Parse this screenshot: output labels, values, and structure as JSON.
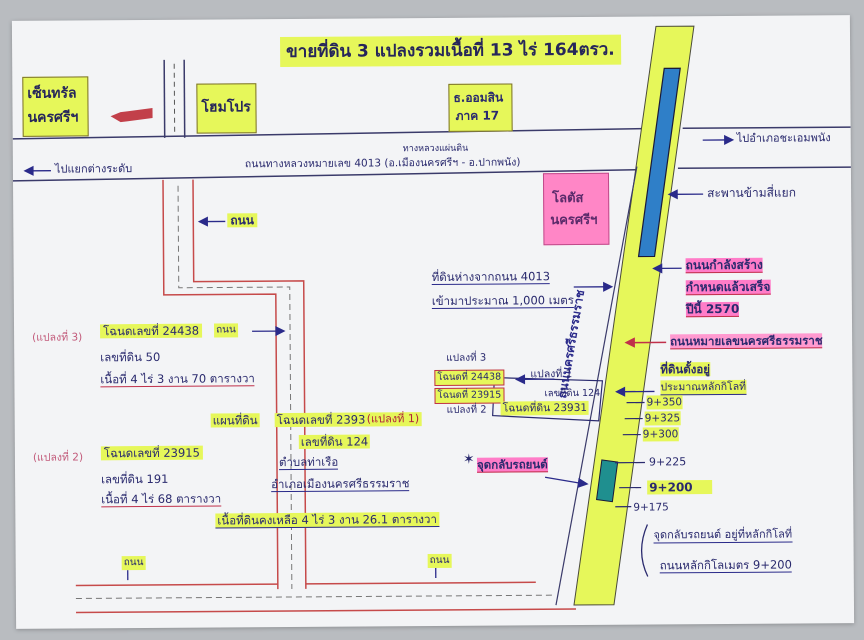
{
  "title": "ขายที่ดิน 3 แปลงรวมเนื้อที่ 13 ไร่ 164ตรว.",
  "landmarks": {
    "central": "เซ็นทรัล นครศรีฯ",
    "homepro": "โฮมโปร",
    "gsb_line1": "ธ.ออมสิน",
    "gsb_line2": "ภาค 17",
    "lotus_line1": "โลตัส",
    "lotus_line2": "นครศรีฯ"
  },
  "roads": {
    "to_chalerm": "ไปอำเภอชะเอมพนัง",
    "to_sidaeng": "ไปแยกต่างระดับ",
    "hwy_4013": "ถนนทางหลวงหมายเลข 4013 (อ.เมืองนครศรีฯ - อ.ปากพนัง)",
    "hwy_small": "ทางหลวงแผ่นดิน",
    "overpass": "สะพานข้ามสี่แยก",
    "bypass": "ถนนนครศรีธรรมราช",
    "bypass_pink": "ถนนหมายเลขนครศรีธรรมราช",
    "road_left": "ถนน",
    "road_bottom_left": "ถนน",
    "road_bottom_right": "ถนน",
    "road_plot3": "ถนน"
  },
  "construction": {
    "line1": "ถนนกำลังสร้าง",
    "line2": "กำหนดแล้วเสร็จ",
    "line3": "ปีนี้ 2570"
  },
  "distance": {
    "line1": "ที่ดินห่างจากถนน 4013",
    "line2": "เข้ามาประมาณ 1,000 เมตร"
  },
  "plot3": {
    "tag": "(แปลงที่ 3)",
    "deed": "โฉนดเลขที่ 24438",
    "parcel": "เลขที่ดิน 50",
    "area": "เนื้อที่ 4 ไร่ 3 งาน 70 ตารางวา"
  },
  "plot2": {
    "tag": "(แปลงที่ 2)",
    "deed": "โฉนดเลขที่ 23915",
    "parcel": "เลขที่ดิน 191",
    "area": "เนื้อที่ 4 ไร่ 68 ตารางวา"
  },
  "plot1": {
    "label": "แผนที่ดิน",
    "deed": "โฉนดเลขที่ 23931",
    "tag": "(แปลงที่ 1)",
    "parcel": "เลขที่ดิน 124",
    "tambon": "ตำบลท่าเรือ",
    "amphoe": "อำเภอเมืองนครศรีธรรมราช",
    "area": "เนื้อที่ดินคงเหลือ 4 ไร่ 3 งาน 26.1 ตารางวา"
  },
  "mini": {
    "p3_label": "แปลงที่ 3",
    "p3_deed": "โฉนดที่ 24438",
    "p2_deed": "โฉนดที่ 23915",
    "p2_label": "แปลงที่ 2",
    "p1_label": "แปลงที่ 1",
    "p1_parcel": "เลขที่ดิน 124",
    "p1_deed": "โฉนดที่ดิน 23931"
  },
  "markers": {
    "land_here_1": "ที่ดินตั้งอยู่",
    "land_here_2": "ประมาณหลักกิโลที่",
    "km1": "9+350",
    "km2": "9+325",
    "km3": "9+300",
    "km4": "9+225",
    "km5": "9+200",
    "km6": "9+175"
  },
  "uturn": {
    "star_label": "จุดกลับรถยนต์",
    "note_line1": "จุดกลับรถยนต์ อยู่ที่หลักกิโลที่",
    "note_line2": "ถนนหลักกิโลเมตร 9+200"
  },
  "colors": {
    "highlight_yellow": "#e6f75a",
    "highlight_pink": "#ff7cc8",
    "ink_blue": "#2a2a6e",
    "ink_red": "#b0233a",
    "road_red": "#c64a4a",
    "overpass_blue": "#2f7fc8",
    "uturn_teal": "#1f8f8f"
  }
}
